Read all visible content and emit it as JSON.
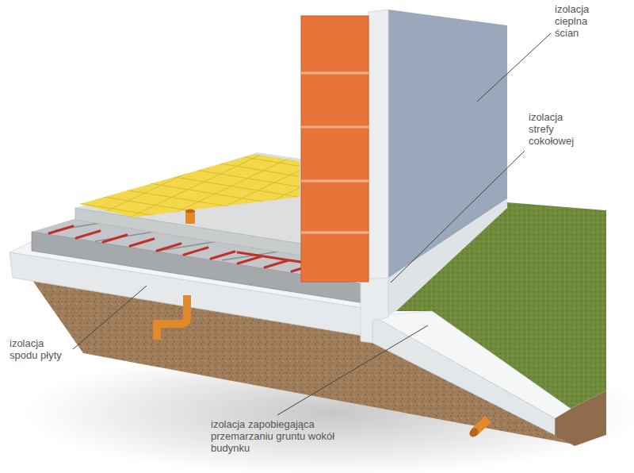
{
  "diagram": {
    "labels": [
      "izolacja cieplna ścian",
      "izolacja strefy cokołowej",
      "izolacja spodu płyty",
      "izolacja zapobiegająca przemarzaniu gruntu wokół budynku"
    ]
  }
}
